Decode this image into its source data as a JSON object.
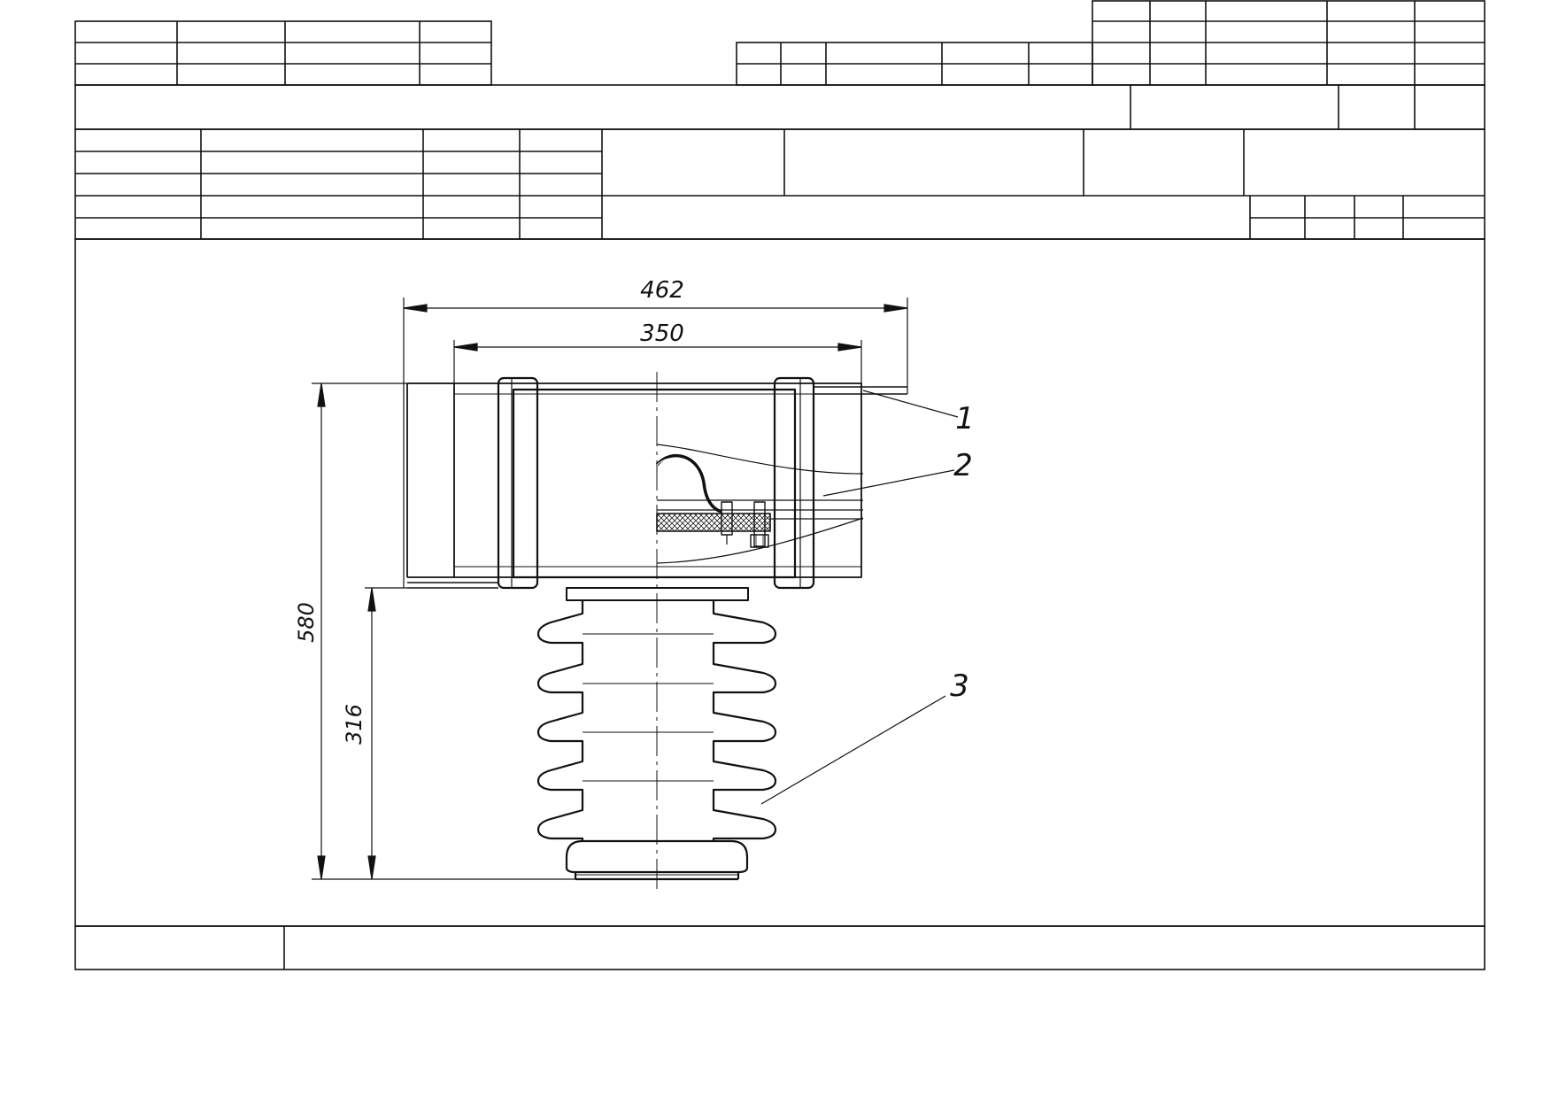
{
  "drawing": {
    "dimensions": {
      "overall_width": "462",
      "body_width": "350",
      "overall_height": "580",
      "insulator_height": "316"
    },
    "callouts": [
      {
        "label": "1"
      },
      {
        "label": "2"
      },
      {
        "label": "3"
      }
    ]
  },
  "colors": {
    "line": "#111111",
    "paper": "#ffffff",
    "hatch": "#222222"
  }
}
